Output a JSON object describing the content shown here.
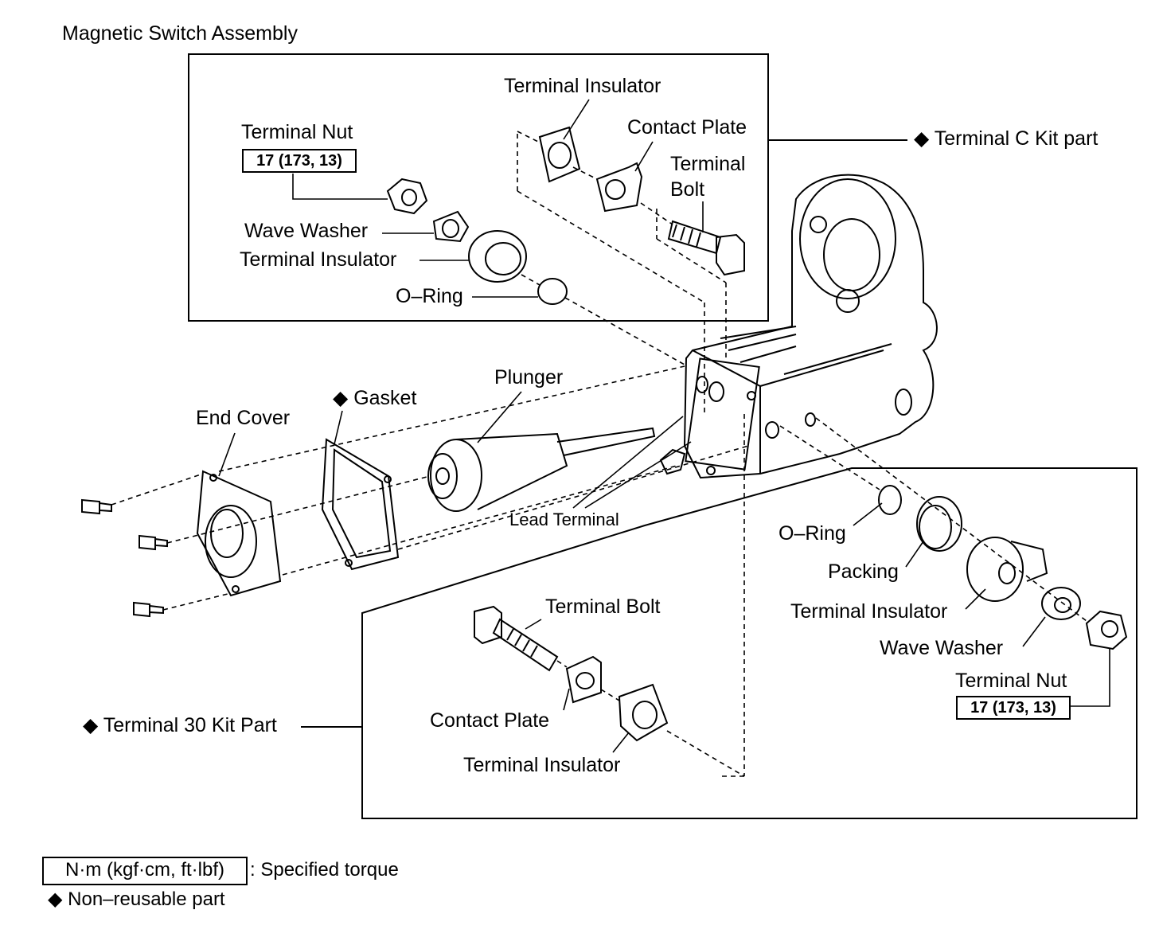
{
  "title": "Magnetic Switch Assembly",
  "labels": {
    "terminal_insulator_top": "Terminal Insulator",
    "contact_plate_top": "Contact Plate",
    "terminal_c_kit": "Terminal C Kit  part",
    "terminal_nut_top": "Terminal Nut",
    "terminal_bolt_top_1": "Terminal",
    "terminal_bolt_top_2": "Bolt",
    "wave_washer_top": "Wave Washer",
    "terminal_insulator_top_left": "Terminal Insulator",
    "o_ring_top": "O–Ring",
    "plunger": "Plunger",
    "gasket": "Gasket",
    "end_cover": "End Cover",
    "lead_terminal": "Lead Terminal",
    "o_ring_right": "O–Ring",
    "packing": "Packing",
    "terminal_insulator_right": "Terminal Insulator",
    "wave_washer_right": "Wave Washer",
    "terminal_nut_right": "Terminal Nut",
    "terminal_bolt_bottom": "Terminal Bolt",
    "contact_plate_bottom": "Contact Plate",
    "terminal_insulator_bottom": "Terminal Insulator",
    "terminal_30_kit": "Terminal 30 Kit Part"
  },
  "torque": {
    "top_nut": "17 (173, 13)",
    "right_nut": "17 (173, 13)"
  },
  "legend": {
    "torque_unit": "N·m (kgf·cm, ft·lbf)",
    "torque_desc": ": Specified torque",
    "non_reusable": "Non–reusable part"
  },
  "symbols": {
    "non_reusable_marker": "◆"
  }
}
